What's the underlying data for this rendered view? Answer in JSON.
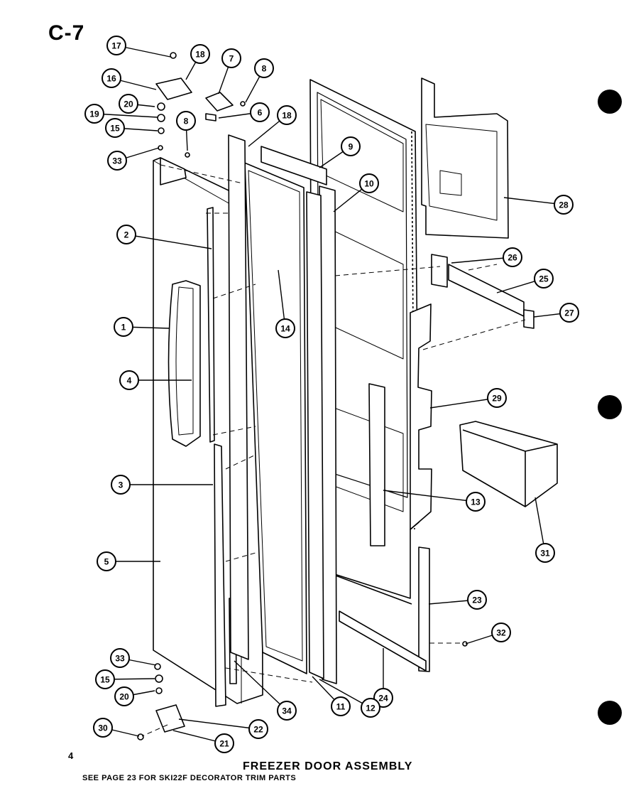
{
  "page": {
    "code": "C-7",
    "number": "4",
    "title": "FREEZER DOOR ASSEMBLY",
    "note": "SEE PAGE 23 FOR SKI22F DECORATOR TRIM PARTS"
  },
  "callouts": [
    "17",
    "18",
    "16",
    "20",
    "19",
    "15",
    "33",
    "7",
    "8",
    "6",
    "9",
    "18",
    "8",
    "10",
    "2",
    "1",
    "4",
    "14",
    "3",
    "5",
    "28",
    "26",
    "25",
    "27",
    "29",
    "13",
    "31",
    "23",
    "32",
    "24",
    "34",
    "11",
    "12",
    "22",
    "21",
    "33",
    "15",
    "20",
    "30"
  ]
}
